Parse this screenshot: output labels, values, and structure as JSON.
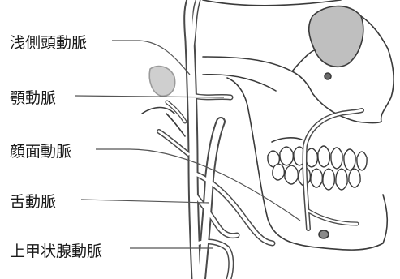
{
  "labels": [
    {
      "key": "superficial_temporal",
      "text": "浅側頭動脈"
    },
    {
      "key": "maxillary",
      "text": "顎動脈"
    },
    {
      "key": "facial",
      "text": "顔面動脈"
    },
    {
      "key": "lingual",
      "text": "舌動脈"
    },
    {
      "key": "superior_thyroid",
      "text": "上甲状腺動脈"
    }
  ],
  "colors": {
    "outline": "#3a3a3a",
    "bone_fill": "#f7f7f7",
    "shadow": "#bdbdbd",
    "artery_outline": "#4a4a4a",
    "artery_fill": "#ffffff"
  }
}
